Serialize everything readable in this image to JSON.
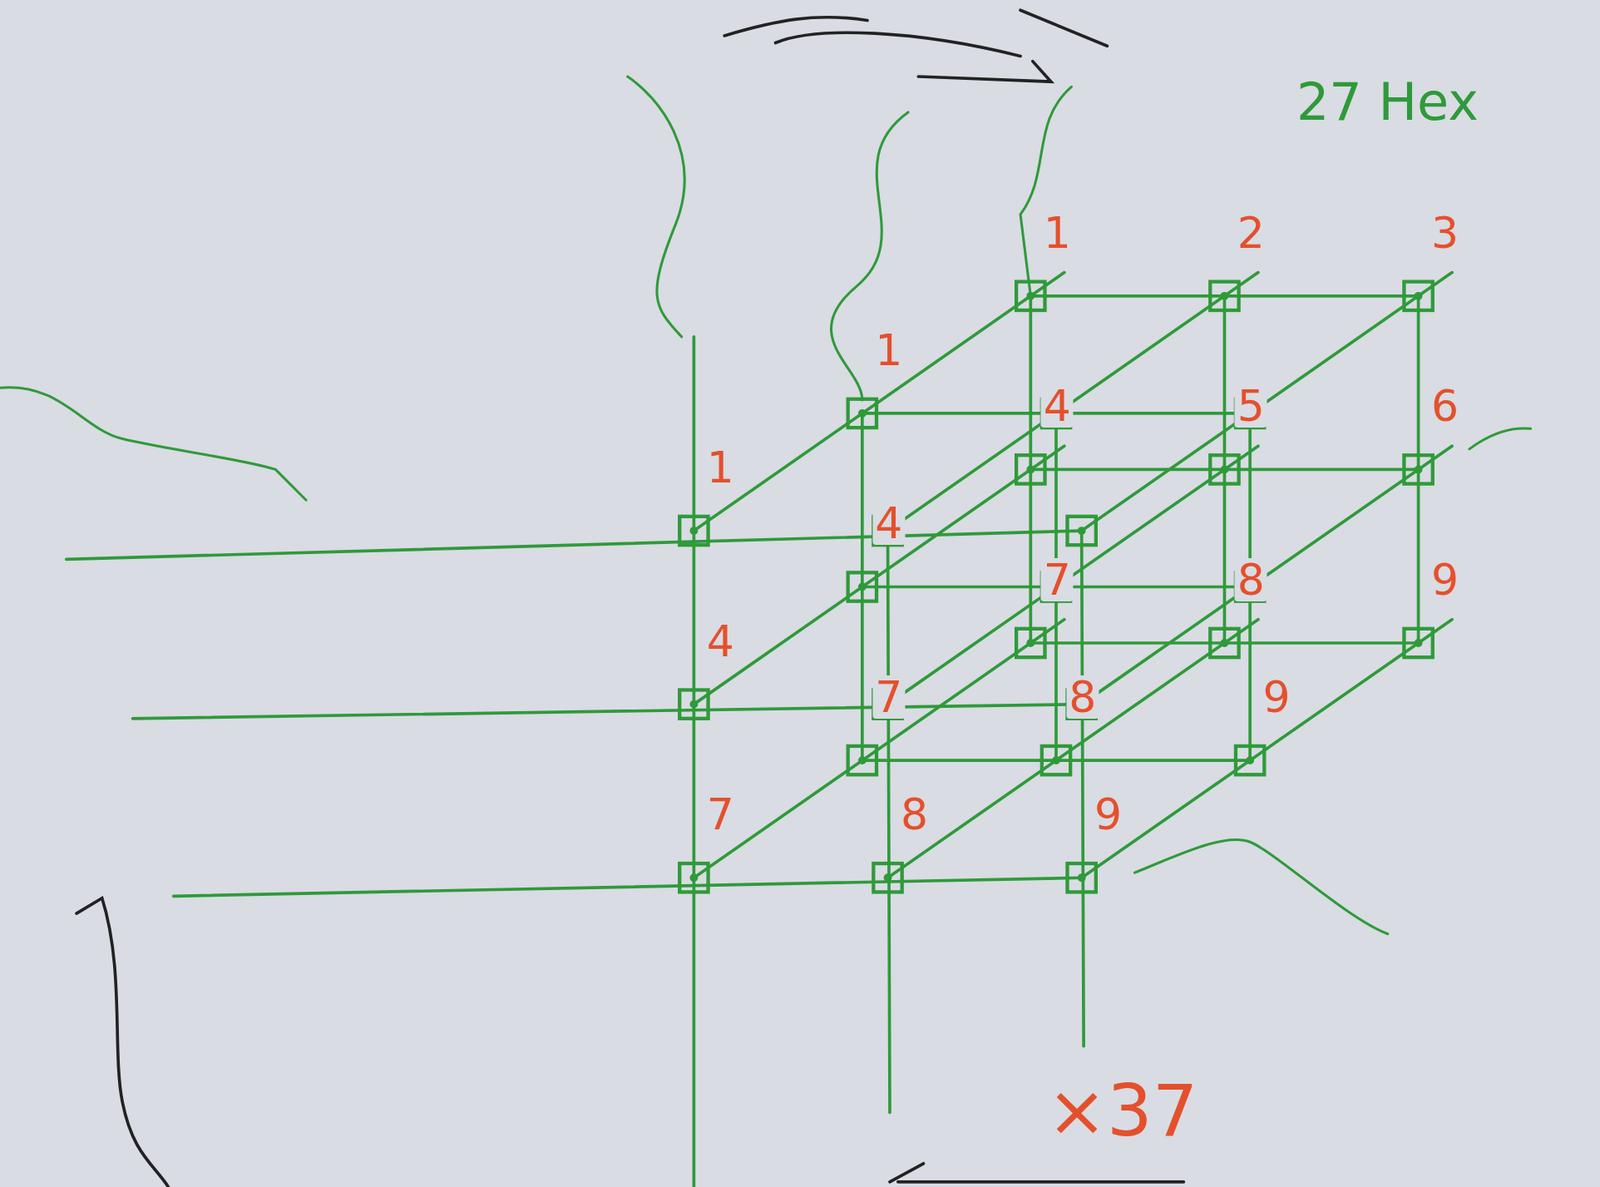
{
  "diagram": {
    "labels": [
      "27 Hex",
      "1",
      "2",
      "3",
      "1",
      "1",
      "4",
      "5",
      "6",
      "4",
      "4",
      "7",
      "8",
      "9",
      "7",
      "8",
      "9",
      "7",
      "8",
      "9",
      "×37"
    ]
  }
}
